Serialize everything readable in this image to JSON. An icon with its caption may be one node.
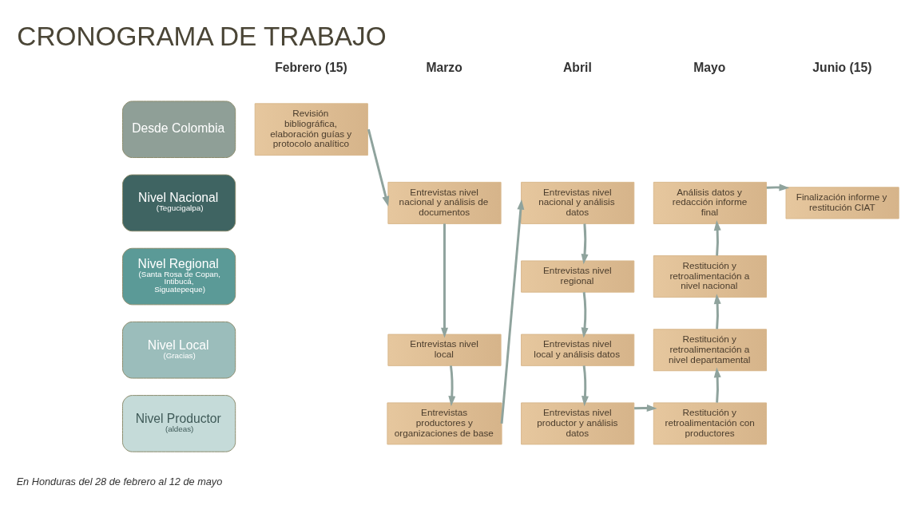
{
  "diagram": {
    "title": "CRONOGRAMA DE TRABAJO",
    "nodes": [
      {
        "text": [
          "Desde Colombia"
        ]
      },
      {
        "text": [
          "Nivel Nacional",
          "(Tegucigalpa)"
        ]
      },
      {
        "text": [
          "Nivel Regional",
          "(Santa Rosa de Copan, Intibucá, Siguatepeque)"
        ]
      },
      {
        "text": [
          "Nivel Local",
          "(Gracias)"
        ]
      },
      {
        "text": [
          "Nivel Productor",
          "(aldeas)"
        ]
      },
      {
        "text": [
          "Revisión bibliográfica, elaboración guías y protocolo analítico"
        ]
      },
      {
        "text": [
          "Entrevistas nivel nacional y análisis de documentos"
        ]
      },
      {
        "text": [
          "Entrevistas nivel local"
        ]
      },
      {
        "text": [
          "Entrevistas productores y organizaciones de base"
        ]
      },
      {
        "text": [
          "Entrevistas nivel nacional y análisis datos"
        ]
      },
      {
        "text": [
          "Entrevistas nivel regional"
        ]
      },
      {
        "text": [
          "Entrevistas nivel local y análisis datos"
        ]
      },
      {
        "text": [
          "Entrevistas nivel productor y análisis datos"
        ]
      },
      {
        "text": [
          "Análisis datos y redacción informe final"
        ]
      },
      {
        "text": [
          "Restitución y retroalimentación a nivel nacional"
        ]
      },
      {
        "text": [
          "Restitución y retroalimentación a nivel departamental"
        ]
      },
      {
        "text": [
          "Restitución y retroalimentación con productores"
        ]
      },
      {
        "text": [
          "Finalización informe y restitución CIAT"
        ]
      }
    ],
    "edges": [
      {
        "from": 5,
        "to": 6,
        "arrow": "to"
      },
      {
        "from": 6,
        "to": 7,
        "arrow": "to"
      },
      {
        "from": 7,
        "to": 8,
        "arrow": "to"
      },
      {
        "from": 8,
        "to": 9,
        "arrow": "to"
      },
      {
        "from": 9,
        "to": 10,
        "arrow": "to"
      },
      {
        "from": 10,
        "to": 11,
        "arrow": "to"
      },
      {
        "from": 11,
        "to": 12,
        "arrow": "to"
      },
      {
        "from": 12,
        "to": 16,
        "arrow": "to"
      },
      {
        "from": 16,
        "to": 15,
        "arrow": "to"
      },
      {
        "from": 15,
        "to": 14,
        "arrow": "to"
      },
      {
        "from": 14,
        "to": 13,
        "arrow": "to"
      },
      {
        "from": 13,
        "to": 17,
        "arrow": "to"
      }
    ],
    "labels": [
      "Febrero (15)",
      "Marzo",
      "Abril",
      "Mayo",
      "Junio (15)",
      "En Honduras del 28 de febrero al 12 de mayo"
    ]
  }
}
